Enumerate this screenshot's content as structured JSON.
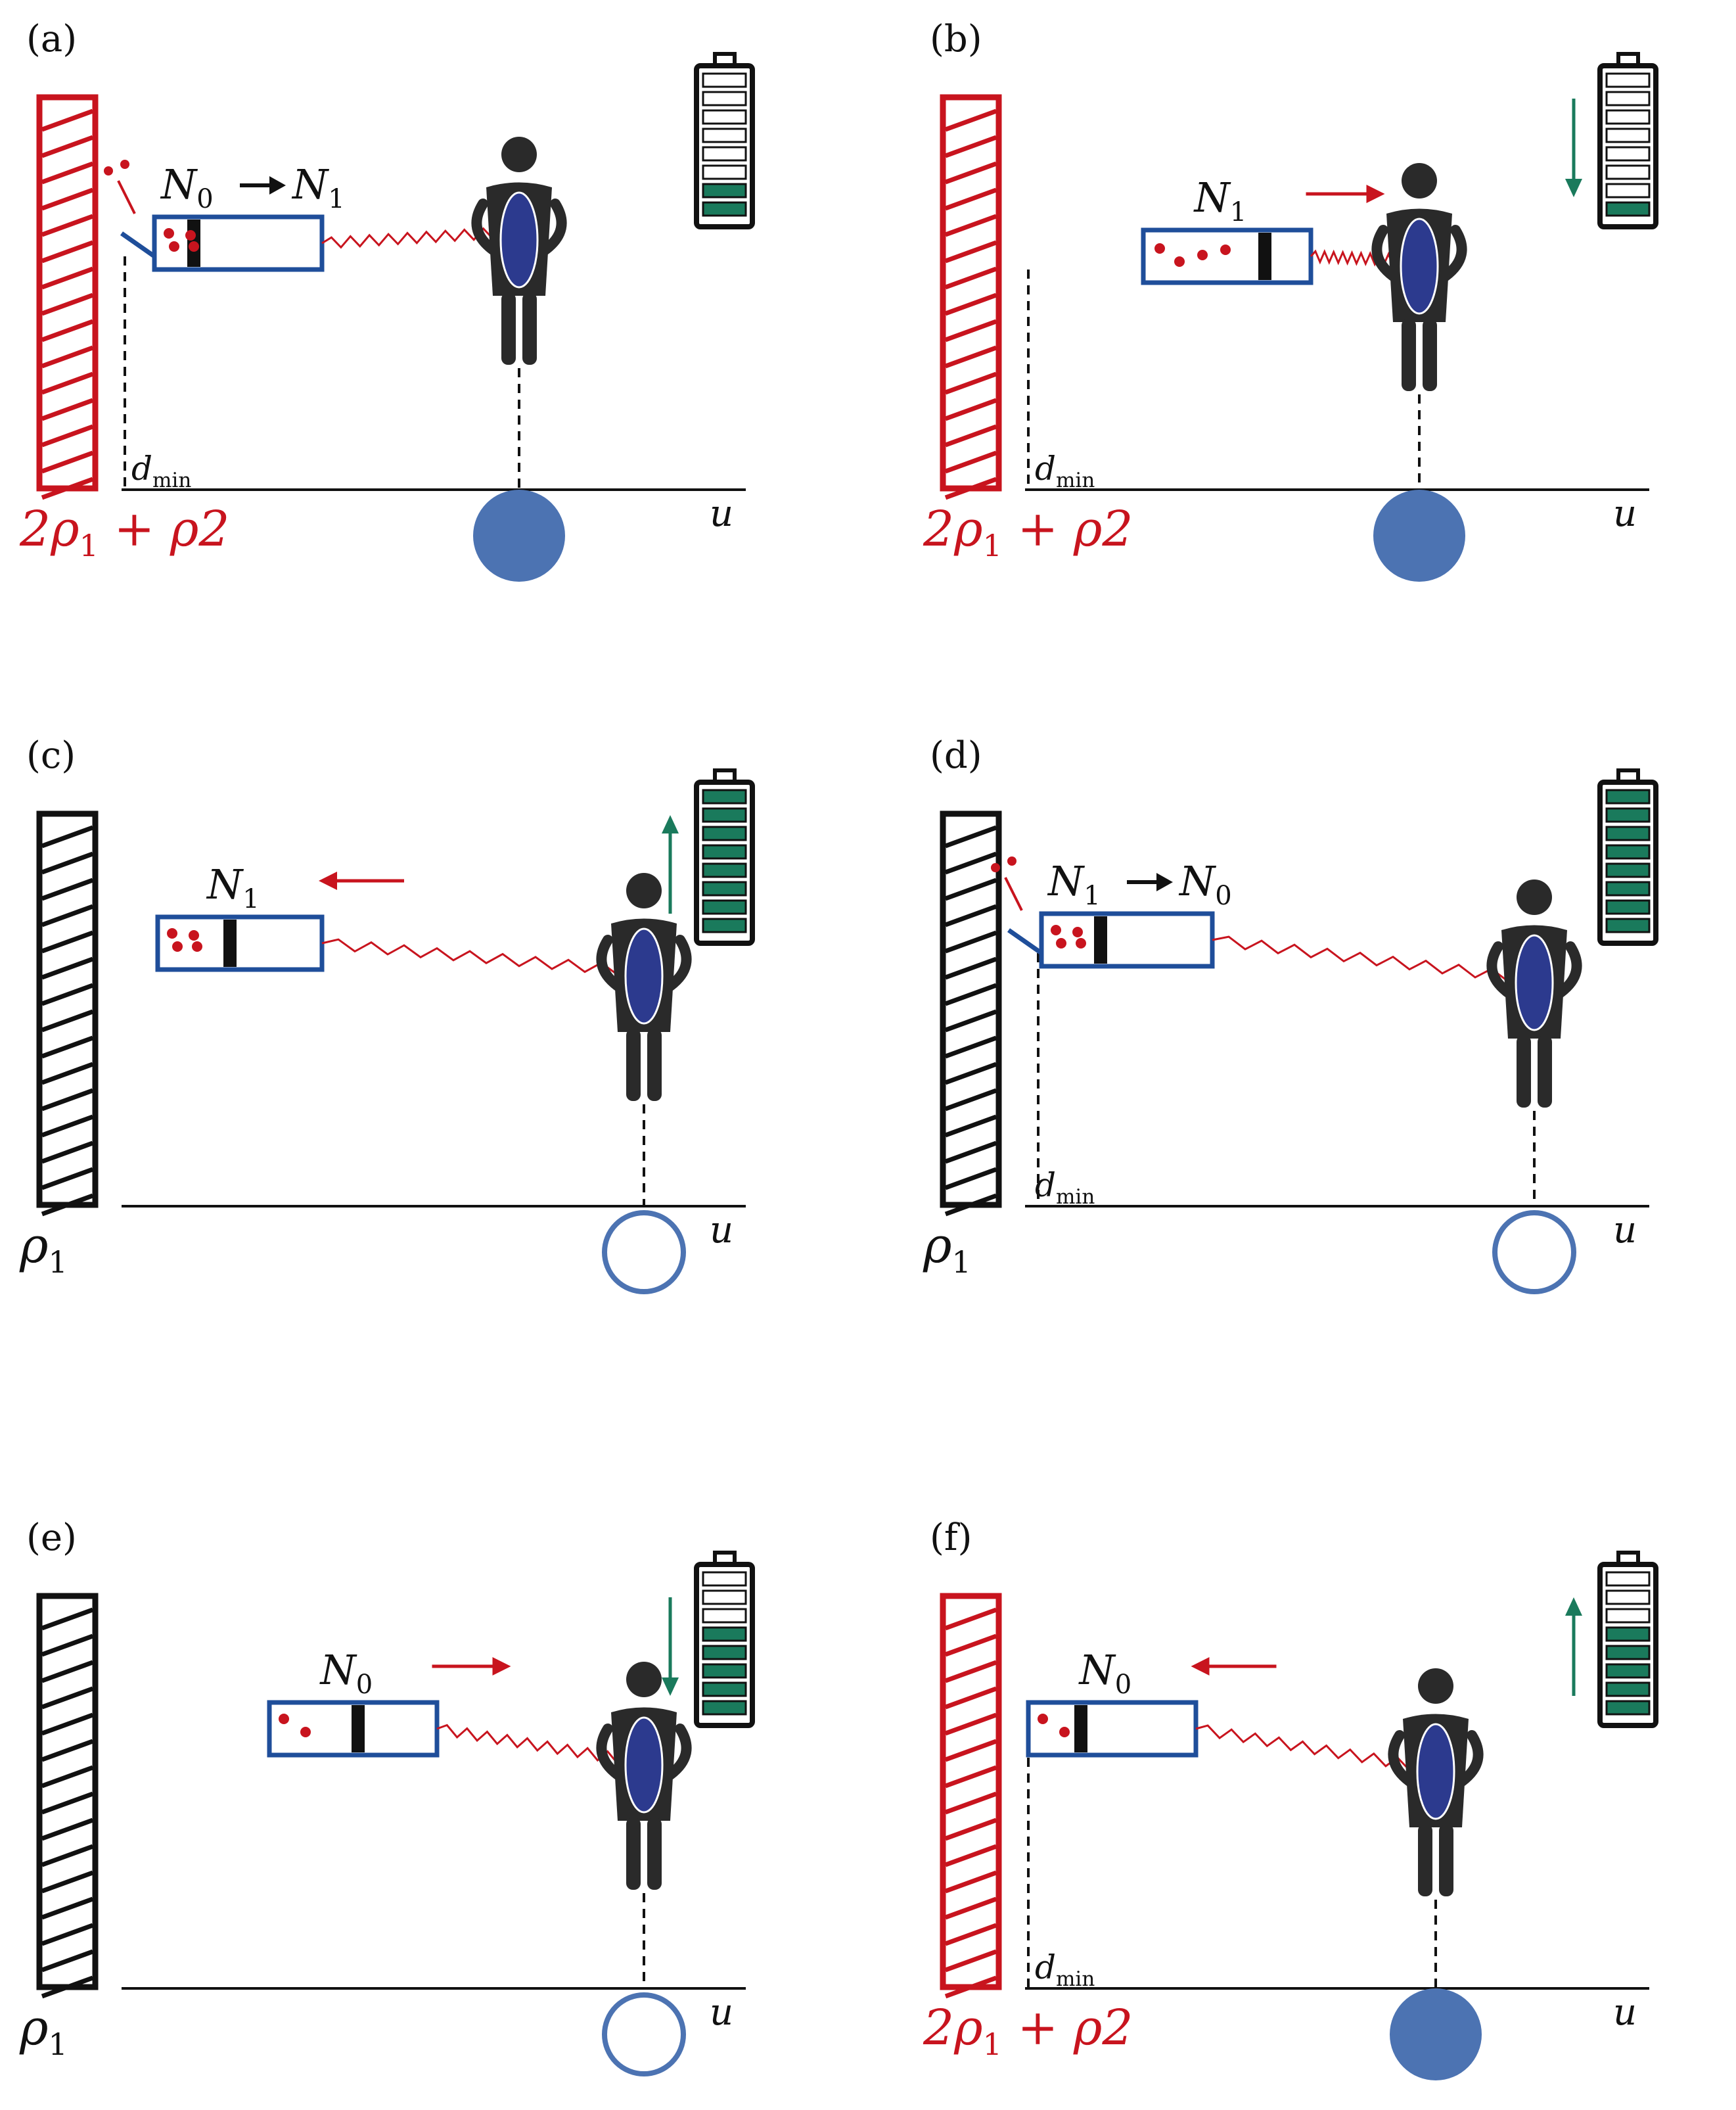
{
  "colors": {
    "red": "#c8141e",
    "black": "#111111",
    "blue_outline": "#1f4e9a",
    "blue_dot": "#4c73b2",
    "body_navy": "#2c3a8e",
    "figure_dark": "#2a2a2a",
    "battery_green": "#1a7a5c"
  },
  "panels": [
    {
      "label": "(a)",
      "wall_color": "red",
      "wall_label": "2ρ",
      "wall_label_sub": "1",
      "wall_label_rest": " + ρ2",
      "show_dmin": true,
      "dmin_label": "d",
      "dmin_sub": "min",
      "axis_label": "u",
      "ball_filled": true,
      "battery_level": 2,
      "battery_arrow": "none",
      "piston_text": "N",
      "piston_sub": "0",
      "piston_text2": "N",
      "piston_sub2": "1",
      "transition": true,
      "move_arrow": "none",
      "valve_open": true
    },
    {
      "label": "(b)",
      "wall_color": "red",
      "wall_label": "2ρ",
      "wall_label_sub": "1",
      "wall_label_rest": " + ρ2",
      "show_dmin": true,
      "dmin_label": "d",
      "dmin_sub": "min",
      "axis_label": "u",
      "ball_filled": true,
      "battery_level": 1,
      "battery_arrow": "down",
      "piston_text": "N",
      "piston_sub": "1",
      "transition": false,
      "move_arrow": "right",
      "valve_open": false
    },
    {
      "label": "(c)",
      "wall_color": "black",
      "wall_label": "ρ",
      "wall_label_sub": "1",
      "wall_label_rest": "",
      "show_dmin": false,
      "axis_label": "u",
      "ball_filled": false,
      "battery_level": 8,
      "battery_arrow": "up",
      "piston_text": "N",
      "piston_sub": "1",
      "transition": false,
      "move_arrow": "left",
      "valve_open": false
    },
    {
      "label": "(d)",
      "wall_color": "black",
      "wall_label": "ρ",
      "wall_label_sub": "1",
      "wall_label_rest": "",
      "show_dmin": true,
      "dmin_label": "d",
      "dmin_sub": "min",
      "axis_label": "u",
      "ball_filled": false,
      "battery_level": 8,
      "battery_arrow": "none",
      "piston_text": "N",
      "piston_sub": "1",
      "piston_text2": "N",
      "piston_sub2": "0",
      "transition": true,
      "move_arrow": "none",
      "valve_open": true
    },
    {
      "label": "(e)",
      "wall_color": "black",
      "wall_label": "ρ",
      "wall_label_sub": "1",
      "wall_label_rest": "",
      "show_dmin": false,
      "axis_label": "u",
      "ball_filled": false,
      "battery_level": 5,
      "battery_arrow": "down",
      "piston_text": "N",
      "piston_sub": "0",
      "transition": false,
      "move_arrow": "right",
      "valve_open": false
    },
    {
      "label": "(f)",
      "wall_color": "red",
      "wall_label": "2ρ",
      "wall_label_sub": "1",
      "wall_label_rest": " + ρ2",
      "show_dmin": true,
      "dmin_label": "d",
      "dmin_sub": "min",
      "axis_label": "u",
      "ball_filled": true,
      "battery_level": 5,
      "battery_arrow": "up",
      "piston_text": "N",
      "piston_sub": "0",
      "transition": false,
      "move_arrow": "left",
      "valve_open": false
    }
  ]
}
